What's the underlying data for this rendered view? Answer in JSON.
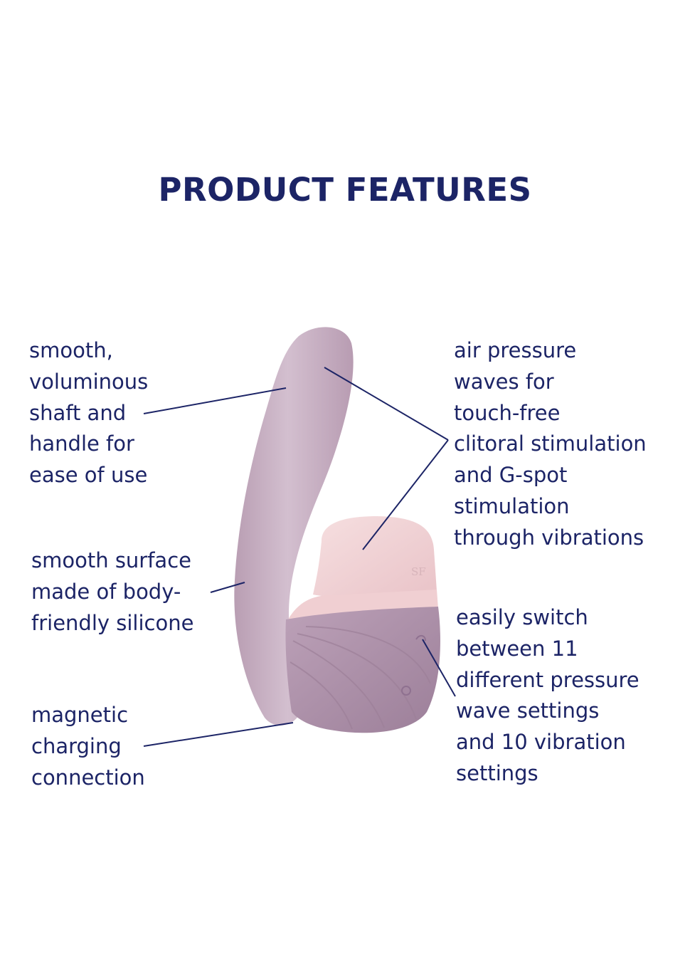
{
  "title": "PRODUCT FEATURES",
  "features": {
    "shaft": {
      "lines": [
        "smooth,",
        "voluminous",
        "shaft and",
        "handle for",
        "ease of use"
      ]
    },
    "surface": {
      "lines": [
        "smooth surface",
        "made of body-",
        "friendly silicone"
      ]
    },
    "charging": {
      "lines": [
        "magnetic",
        "charging",
        "connection"
      ]
    },
    "air_pressure": {
      "lines": [
        "air pressure",
        "waves for",
        "touch-free",
        "clitoral stimulation",
        "and G-spot",
        "stimulation",
        "through vibrations"
      ]
    },
    "settings": {
      "lines": [
        "easily switch",
        "between 11",
        "different pressure",
        "wave settings",
        "and 10 vibration",
        "settings"
      ]
    }
  },
  "product": {
    "logo_text": "SF",
    "colors": {
      "shaft": "#c8b1c3",
      "head": "#f2d3d6",
      "base": "#b196ae",
      "text": "#1c2466"
    }
  }
}
